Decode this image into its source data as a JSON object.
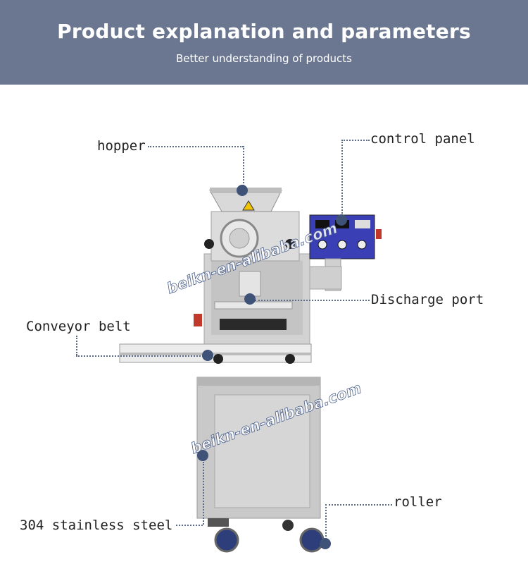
{
  "header": {
    "title": "Product explanation and parameters",
    "subtitle": "Better understanding of products"
  },
  "labels": {
    "hopper": "hopper",
    "control_panel": "control panel",
    "discharge_port": "Discharge port",
    "conveyor_belt": "Conveyor belt",
    "roller": "roller",
    "steel": "304 stainless steel"
  },
  "watermark": "beikn-en-alibaba.com",
  "colors": {
    "banner": "#6b7691",
    "dot": "#3f5277",
    "panel": "#3a3fb5"
  }
}
